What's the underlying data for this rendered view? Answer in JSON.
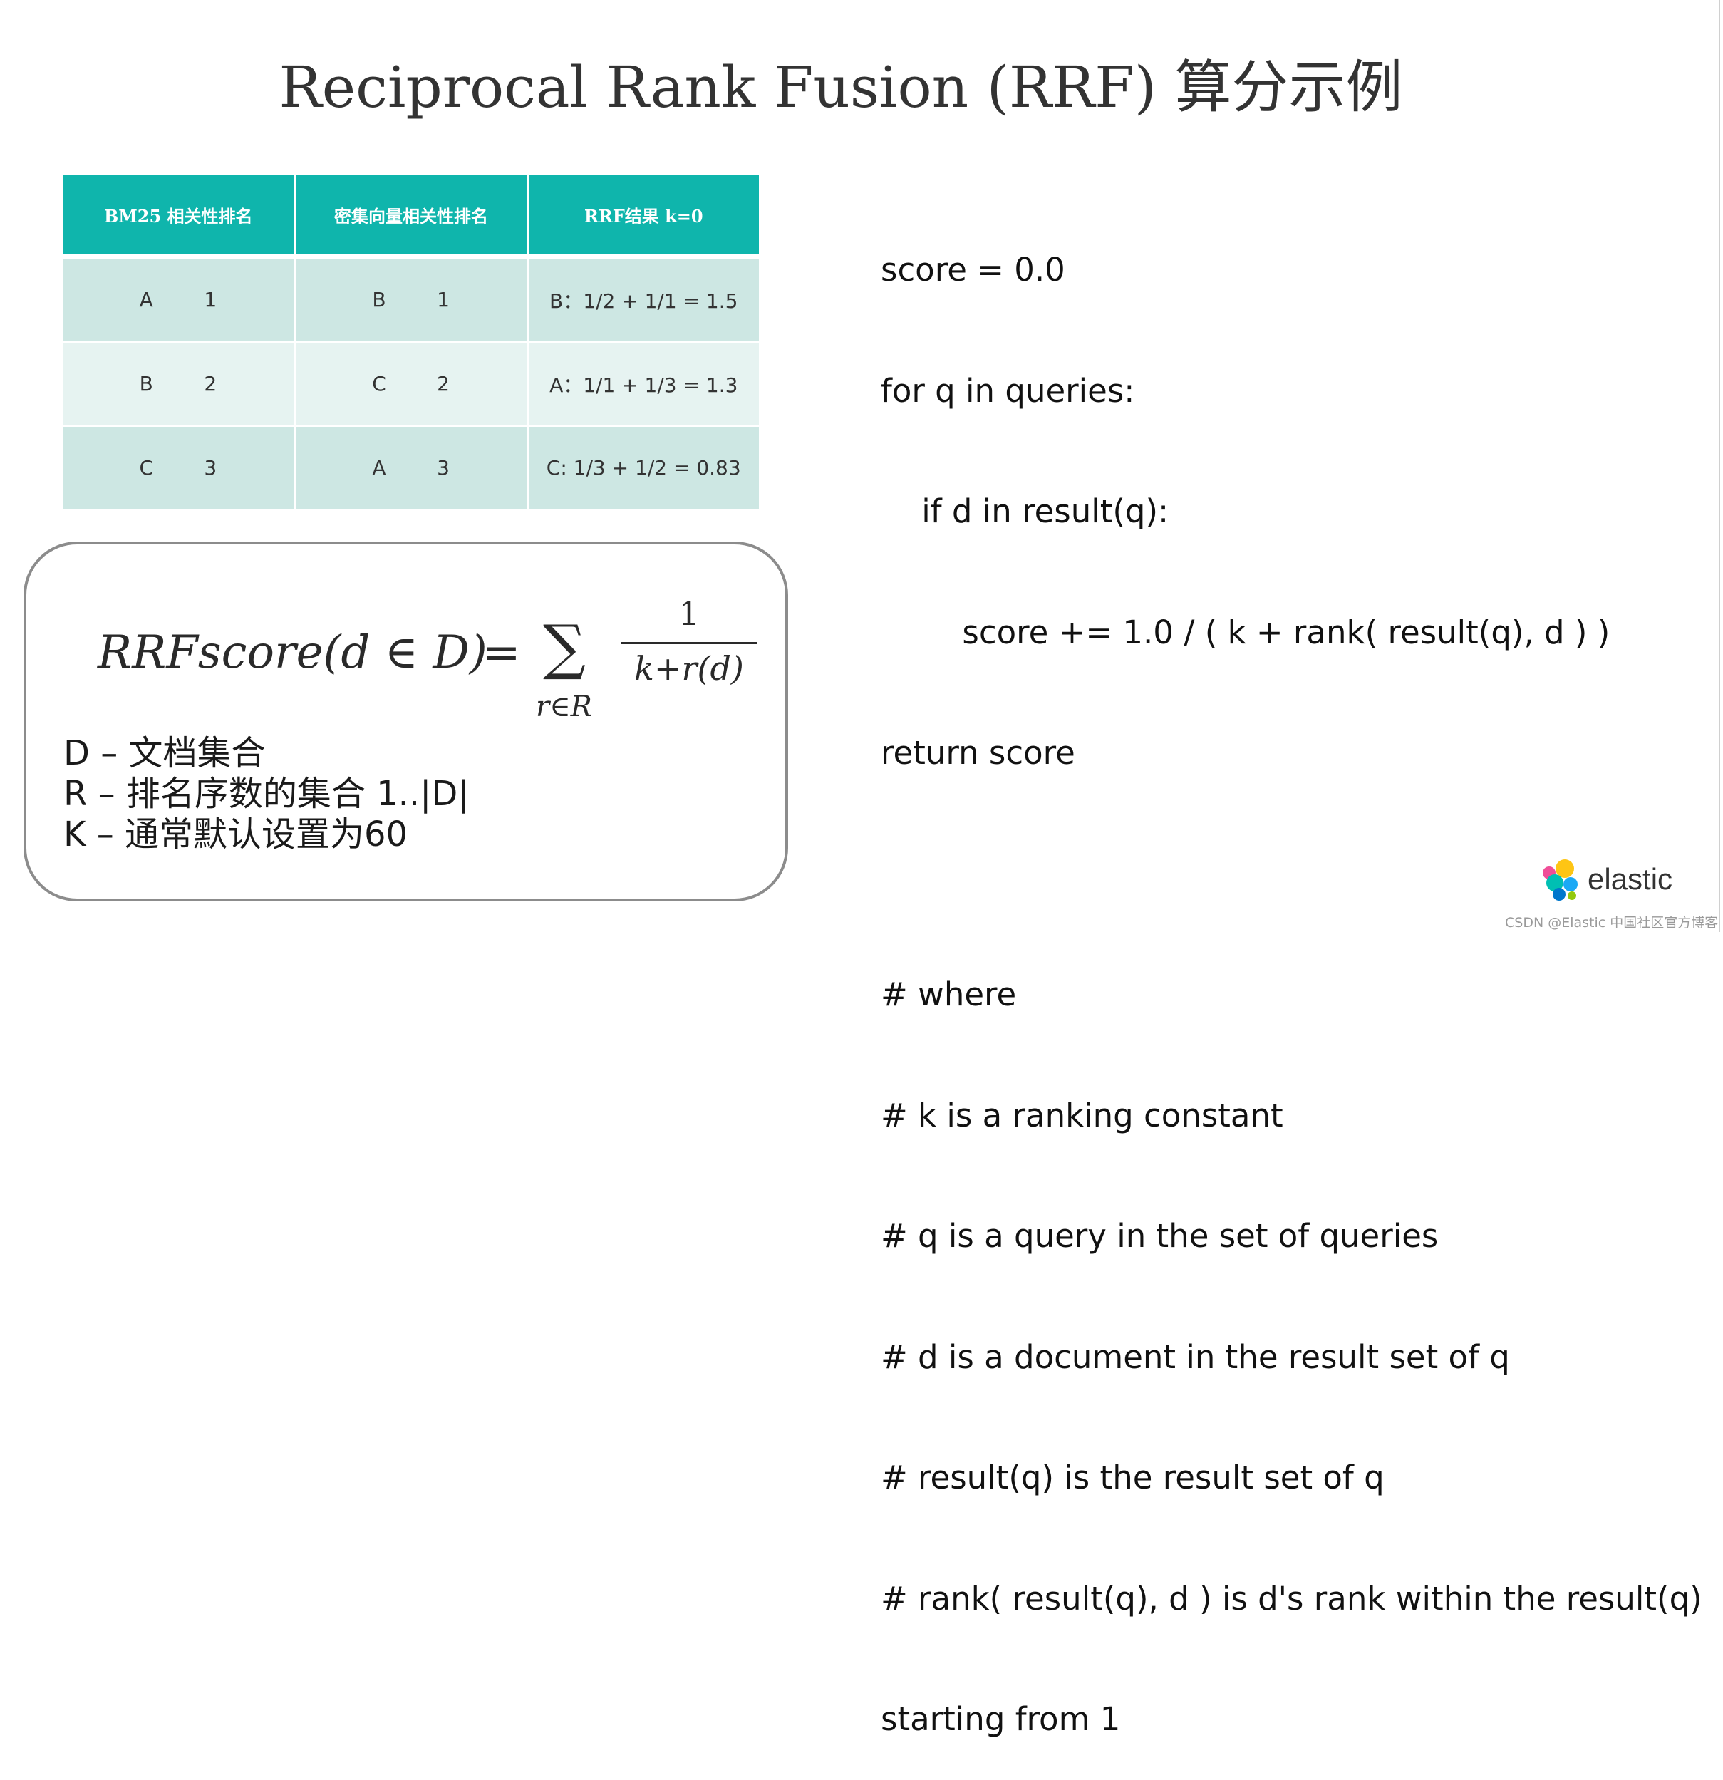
{
  "title": "Reciprocal Rank Fusion (RRF) 算分示例",
  "table": {
    "headers": [
      "BM25 相关性排名",
      "密集向量相关性排名",
      "RRF结果 k=0"
    ],
    "rows": [
      {
        "bm25_doc": "A",
        "bm25_rank": "1",
        "dense_doc": "B",
        "dense_rank": "1",
        "rrf": "B：1/2 + 1/1 = 1.5"
      },
      {
        "bm25_doc": "B",
        "bm25_rank": "2",
        "dense_doc": "C",
        "dense_rank": "2",
        "rrf": "A：1/1 + 1/3 = 1.3"
      },
      {
        "bm25_doc": "C",
        "bm25_rank": "3",
        "dense_doc": "A",
        "dense_rank": "3",
        "rrf": "C:   1/3 + 1/2 = 0.83"
      }
    ]
  },
  "formula": {
    "lhs": "RRFscore(d ∈ D)",
    "equals": "=",
    "sum": "∑",
    "sum_sub": "r∈R",
    "numerator": "1",
    "denominator": "k+r(d)"
  },
  "definitions": [
    "D – 文档集合",
    "R – 排名序数的集合 1..|D|",
    "K – 通常默认设置为60"
  ],
  "code": {
    "lines": [
      "score = 0.0",
      "for q in queries:",
      "    if d in result(q):",
      "        score += 1.0 / ( k + rank( result(q), d ) )",
      "return score"
    ],
    "comments": [
      "# where",
      "# k is a ranking constant",
      "# q is a query in the set of queries",
      "# d is a document in the result set of q",
      "# result(q) is the result set of q",
      "# rank( result(q), d ) is d's rank within the result(q)",
      "starting from 1"
    ]
  },
  "logo": {
    "text": "elastic",
    "icon": "elastic-logo-icon"
  },
  "watermark": "CSDN @Elastic 中国社区官方博客",
  "colors": {
    "header_teal": "#0fb5ac",
    "row_dark": "#cde7e3",
    "row_light": "#e6f3f1"
  }
}
